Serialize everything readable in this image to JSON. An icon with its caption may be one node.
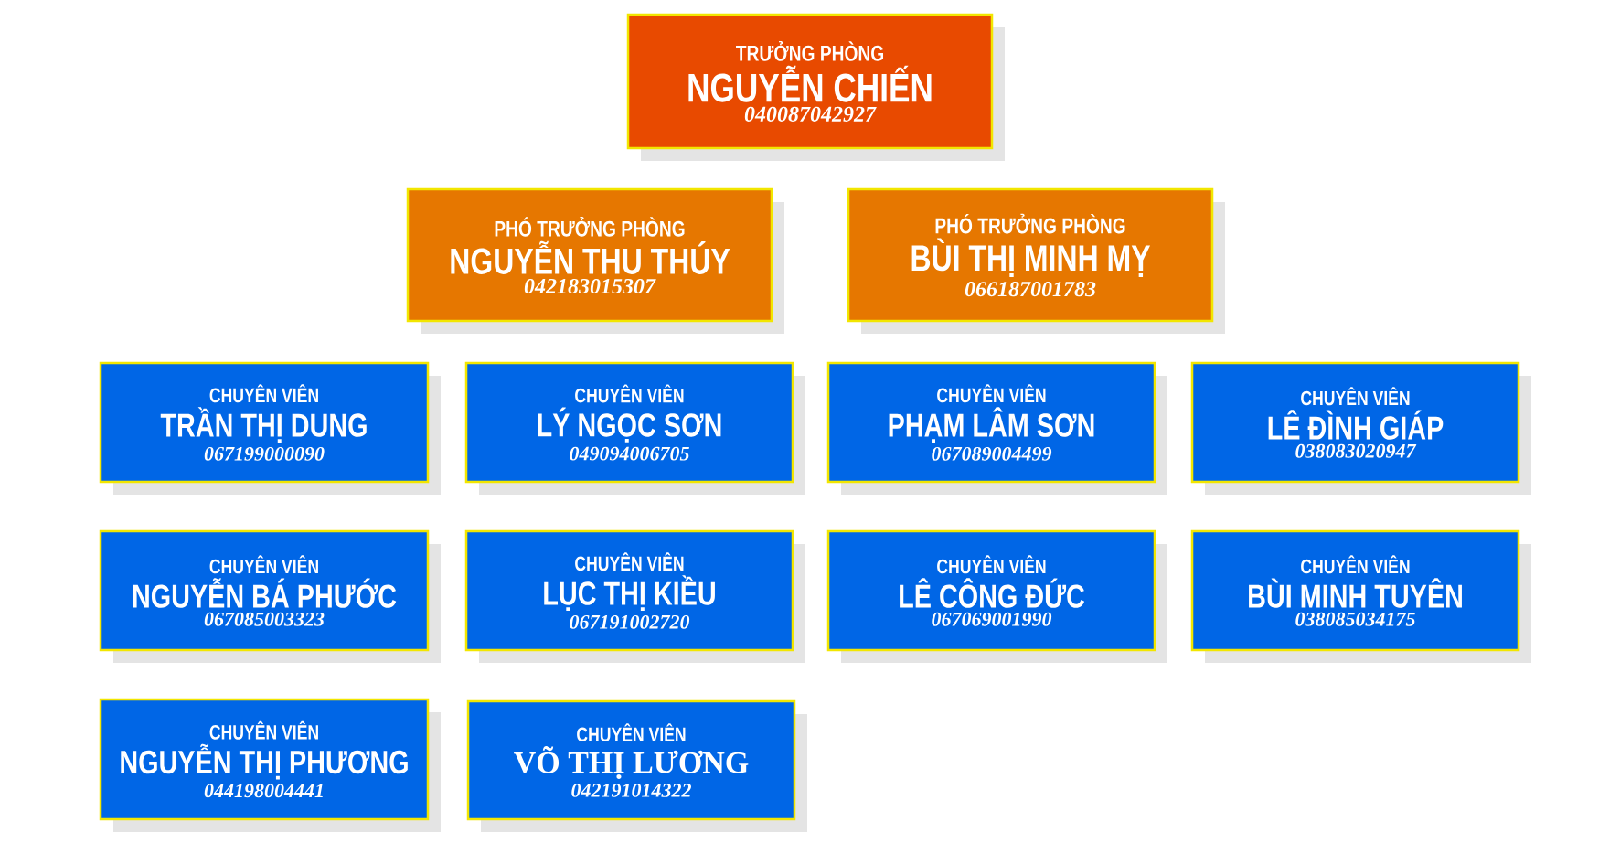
{
  "diagram": {
    "nodes": [
      {
        "text": [
          "TRƯỞNG PHÒNG",
          "NGUYỄN CHIẾN",
          "040087042927"
        ]
      },
      {
        "text": [
          "PHÓ TRƯỞNG PHÒNG",
          "NGUYỄN THU THÚY",
          "042183015307"
        ]
      },
      {
        "text": [
          "PHÓ TRƯỞNG PHÒNG",
          "BÙI THỊ MINH MỴ",
          "066187001783"
        ]
      },
      {
        "text": [
          "CHUYÊN VIÊN",
          "TRẦN THỊ DUNG",
          "067199000090"
        ]
      },
      {
        "text": [
          "CHUYÊN VIÊN",
          "LÝ NGỌC SƠN",
          "049094006705"
        ]
      },
      {
        "text": [
          "CHUYÊN VIÊN",
          "PHẠM LÂM SƠN",
          "067089004499"
        ]
      },
      {
        "text": [
          "CHUYÊN VIÊN",
          "LÊ ĐÌNH GIÁP",
          "038083020947"
        ]
      },
      {
        "text": [
          "CHUYÊN VIÊN",
          "NGUYỄN BÁ PHƯỚC",
          "067085003323"
        ]
      },
      {
        "text": [
          "CHUYÊN VIÊN",
          "LỤC THỊ KIỀU",
          "067191002720"
        ]
      },
      {
        "text": [
          "CHUYÊN VIÊN",
          "LÊ CÔNG ĐỨC",
          "067069001990"
        ]
      },
      {
        "text": [
          "CHUYÊN VIÊN",
          "BÙI MINH TUYÊN",
          "038085034175"
        ]
      },
      {
        "text": [
          "CHUYÊN VIÊN",
          "NGUYỄN THỊ PHƯƠNG",
          "044198004441"
        ]
      },
      {
        "text": [
          "CHUYÊN VIÊN",
          "VÕ THỊ LƯƠNG",
          "042191014322"
        ]
      }
    ]
  }
}
